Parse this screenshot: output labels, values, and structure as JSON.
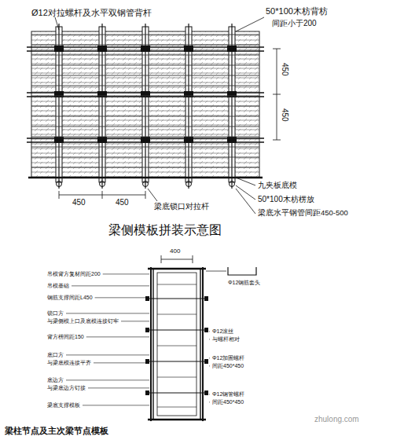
{
  "diagram": {
    "title": "梁侧模板拼装示意图",
    "caption": "梁柱节点及主次梁节点模板",
    "labels": [
      "Ø12对拉螺杆及水平双钢管背杆",
      "50*100木枋背枋",
      "间距小于200",
      "450",
      "450",
      "450",
      "450",
      "梁底锁口对拉杆",
      "九夹板底模",
      "50*100木枋楞放",
      "梁底水平钢管间距450-500",
      "400",
      "吊模背方复材间距200",
      "吊模基础",
      "钢筋支撑间距L450",
      "锁口方",
      "与梁侧模上口及底模连接钉牢",
      "背方楞间距150",
      "底口方",
      "与梁底模连接平齐",
      "底边方",
      "与梁底边方钉接",
      "梁底支撑模板",
      "Φ12钢筋套头",
      "Φ12滚丝",
      "与螺杆相对",
      "Φ12加固螺杆",
      "间距450*450",
      "Φ12钢管螺杆",
      "间距450*450",
      "zhulong.com"
    ]
  }
}
